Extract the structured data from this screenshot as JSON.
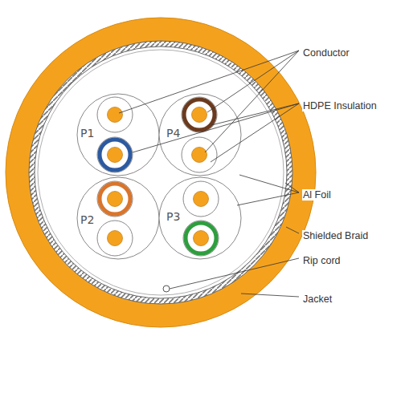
{
  "diagram": {
    "nodes": [
      {
        "text": [
          "P1"
        ]
      },
      {
        "text": [
          "P4"
        ]
      },
      {
        "text": [
          "P2"
        ]
      },
      {
        "text": [
          "P3"
        ]
      }
    ],
    "labels": [
      "Conductor",
      "HDPE Insulation",
      "Al Foil",
      "Shielded Braid",
      "Rip cord",
      "Jacket"
    ]
  }
}
